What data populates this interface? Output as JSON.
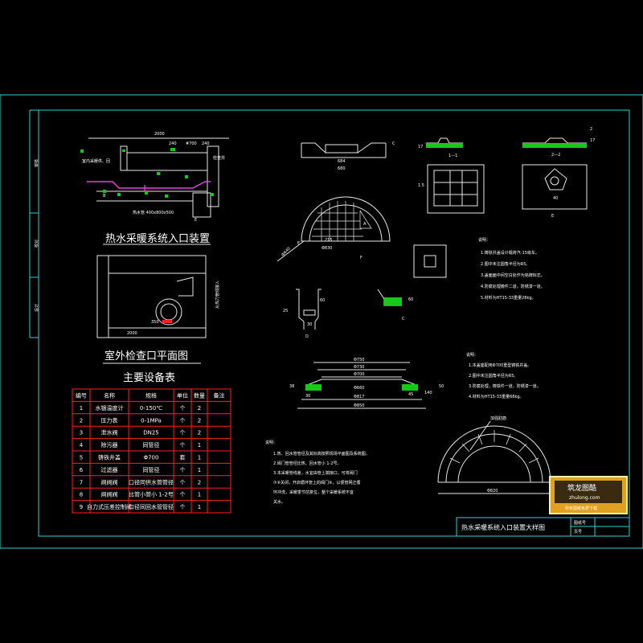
{
  "colors": {
    "background": "#000000",
    "frame": "#2ad4d4",
    "lines": "#e8e8e8",
    "table_border": "#ff2020",
    "watermark": "#f0c030"
  },
  "left_strip": [
    "审核",
    "校对",
    "设计"
  ],
  "entry_section": {
    "title": "热水采暖系统入口装置",
    "dim_top": "2000",
    "dims_mid": [
      "240",
      "#700",
      "240"
    ],
    "label_supply": "室内采暖供、回",
    "label_pit": "检查井",
    "label_pipe": "热水管 400x800x500",
    "tag_b": "B",
    "tag_e": "E"
  },
  "plan_section": {
    "title": "室外检查口平面图",
    "dim_bottom": "2000",
    "dim_side": "350",
    "vertical_label": "从热力管线接入"
  },
  "equipment_table": {
    "title": "主要设备表",
    "headers": [
      "编号",
      "名称",
      "规格",
      "单位",
      "数量",
      "备注"
    ],
    "rows": [
      [
        "1",
        "水银温度计",
        "0-150℃",
        "个",
        "2",
        ""
      ],
      [
        "2",
        "压力表",
        "0-1MPa",
        "个",
        "2",
        ""
      ],
      [
        "3",
        "泄水阀",
        "DN25",
        "个",
        "2",
        ""
      ],
      [
        "4",
        "除污器",
        "同管径",
        "个",
        "1",
        ""
      ],
      [
        "5",
        "铸铁井盖",
        "Φ700",
        "套",
        "1",
        ""
      ],
      [
        "6",
        "过滤器",
        "同管径",
        "个",
        "1",
        ""
      ],
      [
        "7",
        "闸阀阀",
        "口径同供水管管径",
        "个",
        "2",
        ""
      ],
      [
        "8",
        "闸阀阀",
        "比管小管小 1-2号",
        "个",
        "1",
        ""
      ],
      [
        "9",
        "自力式压差控制阀",
        "口径同回水管管径",
        "个",
        "1",
        ""
      ]
    ]
  },
  "cover_details": {
    "dim_684": "684",
    "dim_680": "680",
    "dim_640": "Φ640",
    "dim_215": "215",
    "dim_830": "Φ830",
    "dim_60": "60",
    "dim_30": "30",
    "dim_25": "25",
    "dim_1_5": "1.5",
    "dim_40": "40",
    "dim_60b": "60",
    "label_aa": "A",
    "label_c": "C",
    "label_d": "D",
    "label_e": "E",
    "label_f": "F",
    "label_1_1": "1—1",
    "label_2_2": "2—2",
    "dim_17a": "17",
    "dim_17b": "17",
    "dim_2": "2"
  },
  "notes_top": {
    "heading": "说明：",
    "lines": [
      "1.铸铁井盖设计载荷汽-15级车。",
      "2.图中未注圆角半径为R5。",
      "3.盖面面中间空白处作为铭牌标志。",
      "4.防腐处理铸件二道，防锈漆一道。",
      "5.材料为HT15-33重量28kg。"
    ]
  },
  "ring_section": {
    "dims": [
      "Φ750",
      "Φ730",
      "Φ700",
      "Φ660",
      "Φ817",
      "Φ850"
    ],
    "dim_38": "38",
    "dim_30": "30",
    "dim_45": "45",
    "dim_140": "140",
    "dim_50": "50"
  },
  "notes_mid": {
    "heading": "说明：",
    "lines": [
      "1.本盖座配用Φ700重型铸铁井盖。",
      "2.图中未注圆角半径为R5。",
      "3.防腐处理，铸铁件一道，防锈漆一道。",
      "4.材料为HT15-33重量68kg。"
    ]
  },
  "arc_section": {
    "label_rib": "加强肋筋",
    "dim_820": "Φ820"
  },
  "notes_bottom": {
    "heading": "说明：",
    "lines": [
      "1.热、回水管管径及其标高按照现场平面图及系统图。",
      "2.阀门管管径比热、回水管小 1-2号。",
      "3.本采暖管线差，水宜由管上端接口，可将阀门",
      "⑦⑧关闭，开启循环管上的阀门⑨，以便管网正循",
      "环冲洗，采暖季节前复位，整个采暖系统不宜",
      "关水。"
    ]
  },
  "title_block": {
    "drawing_title": "热水采暖系统入口装置大样图",
    "field_1": "图纸号",
    "field_2": "页号"
  },
  "watermark": {
    "name": "筑龙图酷",
    "url": "zhulong.com",
    "sub": "所有图纸免费下载"
  }
}
